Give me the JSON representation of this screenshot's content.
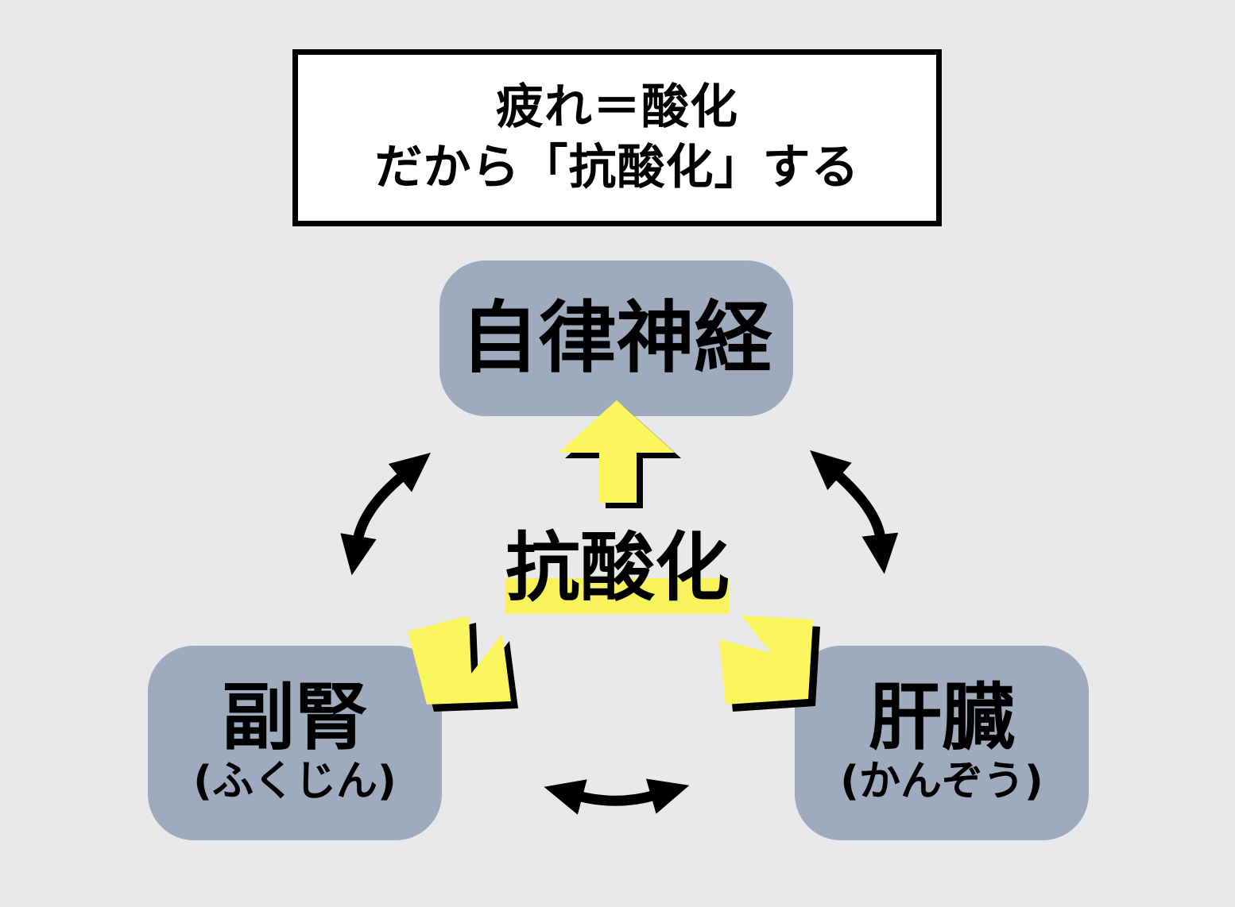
{
  "title_box": {
    "line1": "疲れ＝酸化",
    "line2": "だから「抗酸化」する"
  },
  "center": {
    "label": "抗酸化"
  },
  "nodes": {
    "autonomic": {
      "label": "自律神経"
    },
    "adrenal": {
      "label": "副腎",
      "reading": "(ふくじん)"
    },
    "liver": {
      "label": "肝臓",
      "reading": "(かんぞう)"
    }
  },
  "colors": {
    "background": "#e9e9e9",
    "node_fill": "#9dabbd",
    "arrow_yellow": "#fbf65e",
    "highlight_yellow": "#f9f25c",
    "text": "#000000",
    "title_border": "#000000",
    "link_arrows": "#000000"
  },
  "icons": {
    "up_arrow": "block-arrow-up",
    "down_left_arrow": "notched-arrow-down-left",
    "down_right_arrow": "notched-arrow-down-right",
    "left_link": "curved-double-headed-arrow",
    "right_link": "curved-double-headed-arrow",
    "bottom_link": "curved-double-headed-arrow"
  }
}
